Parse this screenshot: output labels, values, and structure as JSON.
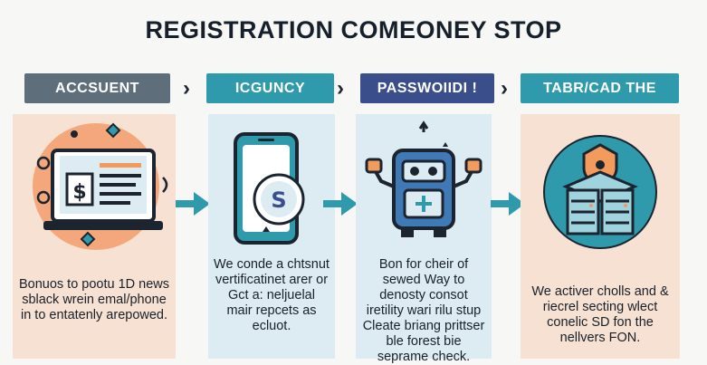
{
  "title": "REGISTRATION COMEONEY STOP",
  "steps": [
    {
      "header": "ACCSUENT",
      "color": "#5f6e7b",
      "text": "Bonuos to pootu 1D news sblack wrein emal/phone in to entatenly arepowed."
    },
    {
      "header": "ICGUNCY",
      "color": "#2e9aac",
      "text": "We conde a chtsnut vertificatinet arer or Gct a: neljuelal mair repcets as ecluot."
    },
    {
      "header": "PASSWOIIDI !",
      "color": "#3b4e8c",
      "text": "Bon for cheir of sewed Way to denosty consot iretility wari rilu stup Cleate briang prittser ble forest bie seprame check."
    },
    {
      "header": "TABR/CAD THE",
      "color": "#2e9aac",
      "text": "We activer cholls and & riecrel secting wlect conelic SD fon the nellvers FON."
    }
  ],
  "icons": [
    "laptop-dollar-icon",
    "smartphone-s-icon",
    "robot-shield-icon",
    "server-shield-icon"
  ],
  "colors": {
    "teal": "#2e9aac",
    "peach": "#f6e1d3",
    "lightblue": "#dcecf2",
    "navy": "#1c2430",
    "orange": "#f39b5c"
  }
}
